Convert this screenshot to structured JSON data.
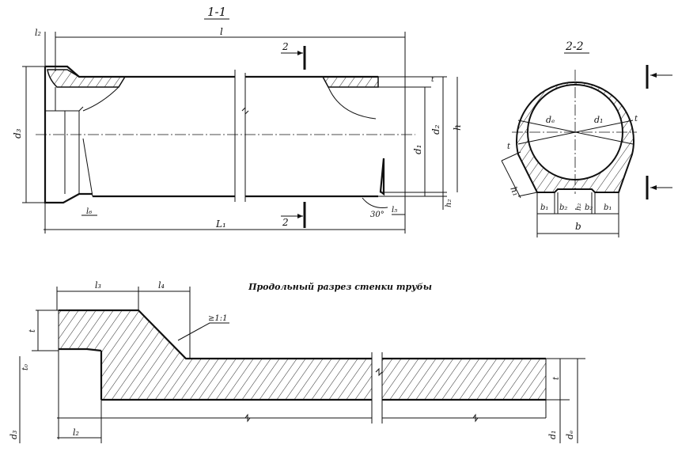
{
  "section_1_1": {
    "title": "1-1",
    "labels": {
      "l": "l",
      "l1": "L₁",
      "l2": "l₂",
      "l5": "l₅",
      "l6": "l₆",
      "d3": "d₃",
      "d1": "d₁",
      "d2": "d₂",
      "h": "h",
      "h2": "h₂",
      "t": "t",
      "angle": "30°",
      "cut": "2"
    }
  },
  "section_2_2": {
    "title": "2-2",
    "labels": {
      "de": "dₑ",
      "d1": "d₁",
      "t": "t",
      "h1": "h₁",
      "h2": "h₂",
      "b": "b",
      "b1": "b₁",
      "b2": "b₂"
    }
  },
  "wall_section": {
    "caption": "Продольный разрез стенки трубы",
    "labels": {
      "l3": "l₃",
      "l4": "l₄",
      "l2": "l₂",
      "t": "t",
      "t0": "t₀",
      "d1": "d₁",
      "de": "dₑ",
      "d3": "d₃",
      "slope": "≥1:1"
    }
  }
}
